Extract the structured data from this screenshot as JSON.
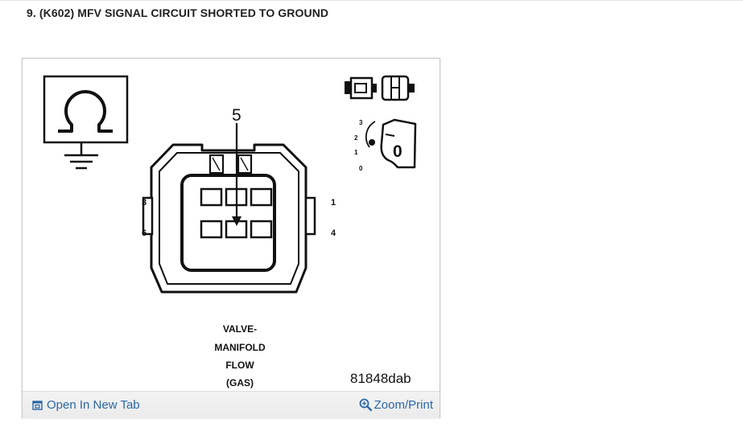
{
  "step": {
    "title": "9. (K602) MFV SIGNAL CIRCUIT SHORTED TO GROUND"
  },
  "diagram": {
    "pointer_pin": "5",
    "pin_labels": {
      "top_left": "3",
      "bottom_left": "6",
      "top_right": "1",
      "bottom_right": "4"
    },
    "ignition": {
      "positions": [
        "3",
        "2",
        "1",
        "0"
      ],
      "key_label": "0"
    },
    "component_label": [
      "VALVE-",
      "MANIFOLD",
      "FLOW",
      "(GAS)"
    ],
    "code": "81848dab"
  },
  "footer": {
    "open_label": "Open In New Tab",
    "zoom_label": "Zoom/Print"
  },
  "icons": {
    "open": "open-in-new-tab-icon",
    "zoom": "magnifier-icon",
    "ohmmeter": "ohm-symbol-icon",
    "ground": "ground-symbol-icon",
    "disconnect": "disconnected-connector-icon",
    "ignition": "ignition-key-off-icon"
  },
  "colors": {
    "link": "#2a66a8",
    "frame_border": "#c9c9c9"
  }
}
